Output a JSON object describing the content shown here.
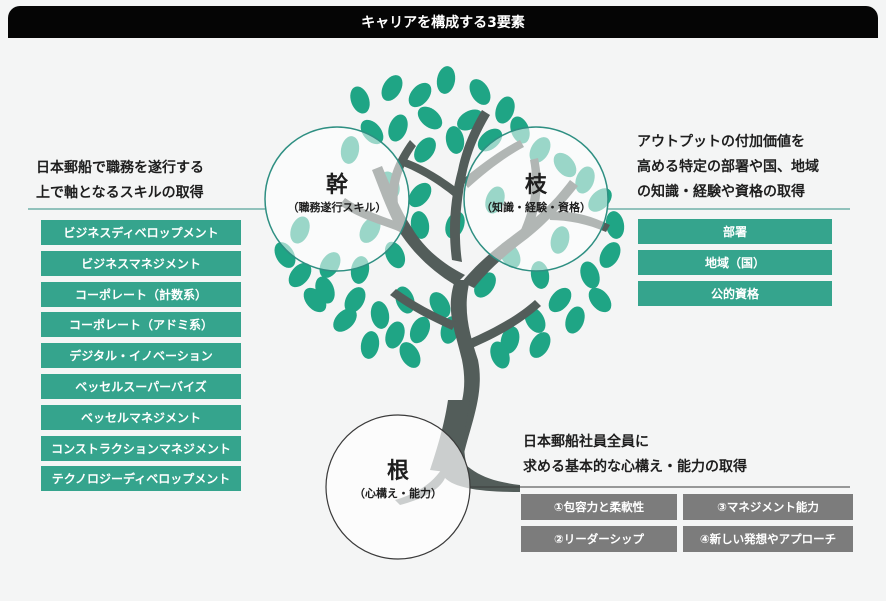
{
  "title": "キャリアを構成する3要素",
  "colors": {
    "green": "#35a48d",
    "gray": "#7c7c7c",
    "trunk": "#535d5a",
    "leaf": "#1fa585",
    "header_bg": "#050505",
    "background": "#f4f5f5"
  },
  "trunk": {
    "kanji": "幹",
    "sub": "（職務遂行スキル）",
    "heading_lines": [
      "日本郵船で職務を遂行する",
      "上で軸となるスキルの取得"
    ],
    "items": [
      "ビジネスディベロップメント",
      "ビジネスマネジメント",
      "コーポレート（計数系）",
      "コーポレート（アドミ系）",
      "デジタル・イノベーション",
      "ベッセルスーパーバイズ",
      "ベッセルマネジメント",
      "コンストラクションマネジメント",
      "テクノロジーディベロップメント"
    ]
  },
  "branch": {
    "kanji": "枝",
    "sub": "（知識・経験・資格）",
    "heading_lines": [
      "アウトプットの付加価値を",
      "高める特定の部署や国、地域",
      "の知識・経験や資格の取得"
    ],
    "items": [
      "部署",
      "地域（国）",
      "公的資格"
    ]
  },
  "root": {
    "kanji": "根",
    "sub": "（心構え・能力）",
    "heading_lines": [
      "日本郵船社員全員に",
      "求める基本的な心構え・能力の取得"
    ],
    "items": [
      "①包容力と柔軟性",
      "③マネジメント能力",
      "②リーダーシップ",
      "④新しい発想やアプローチ"
    ]
  }
}
